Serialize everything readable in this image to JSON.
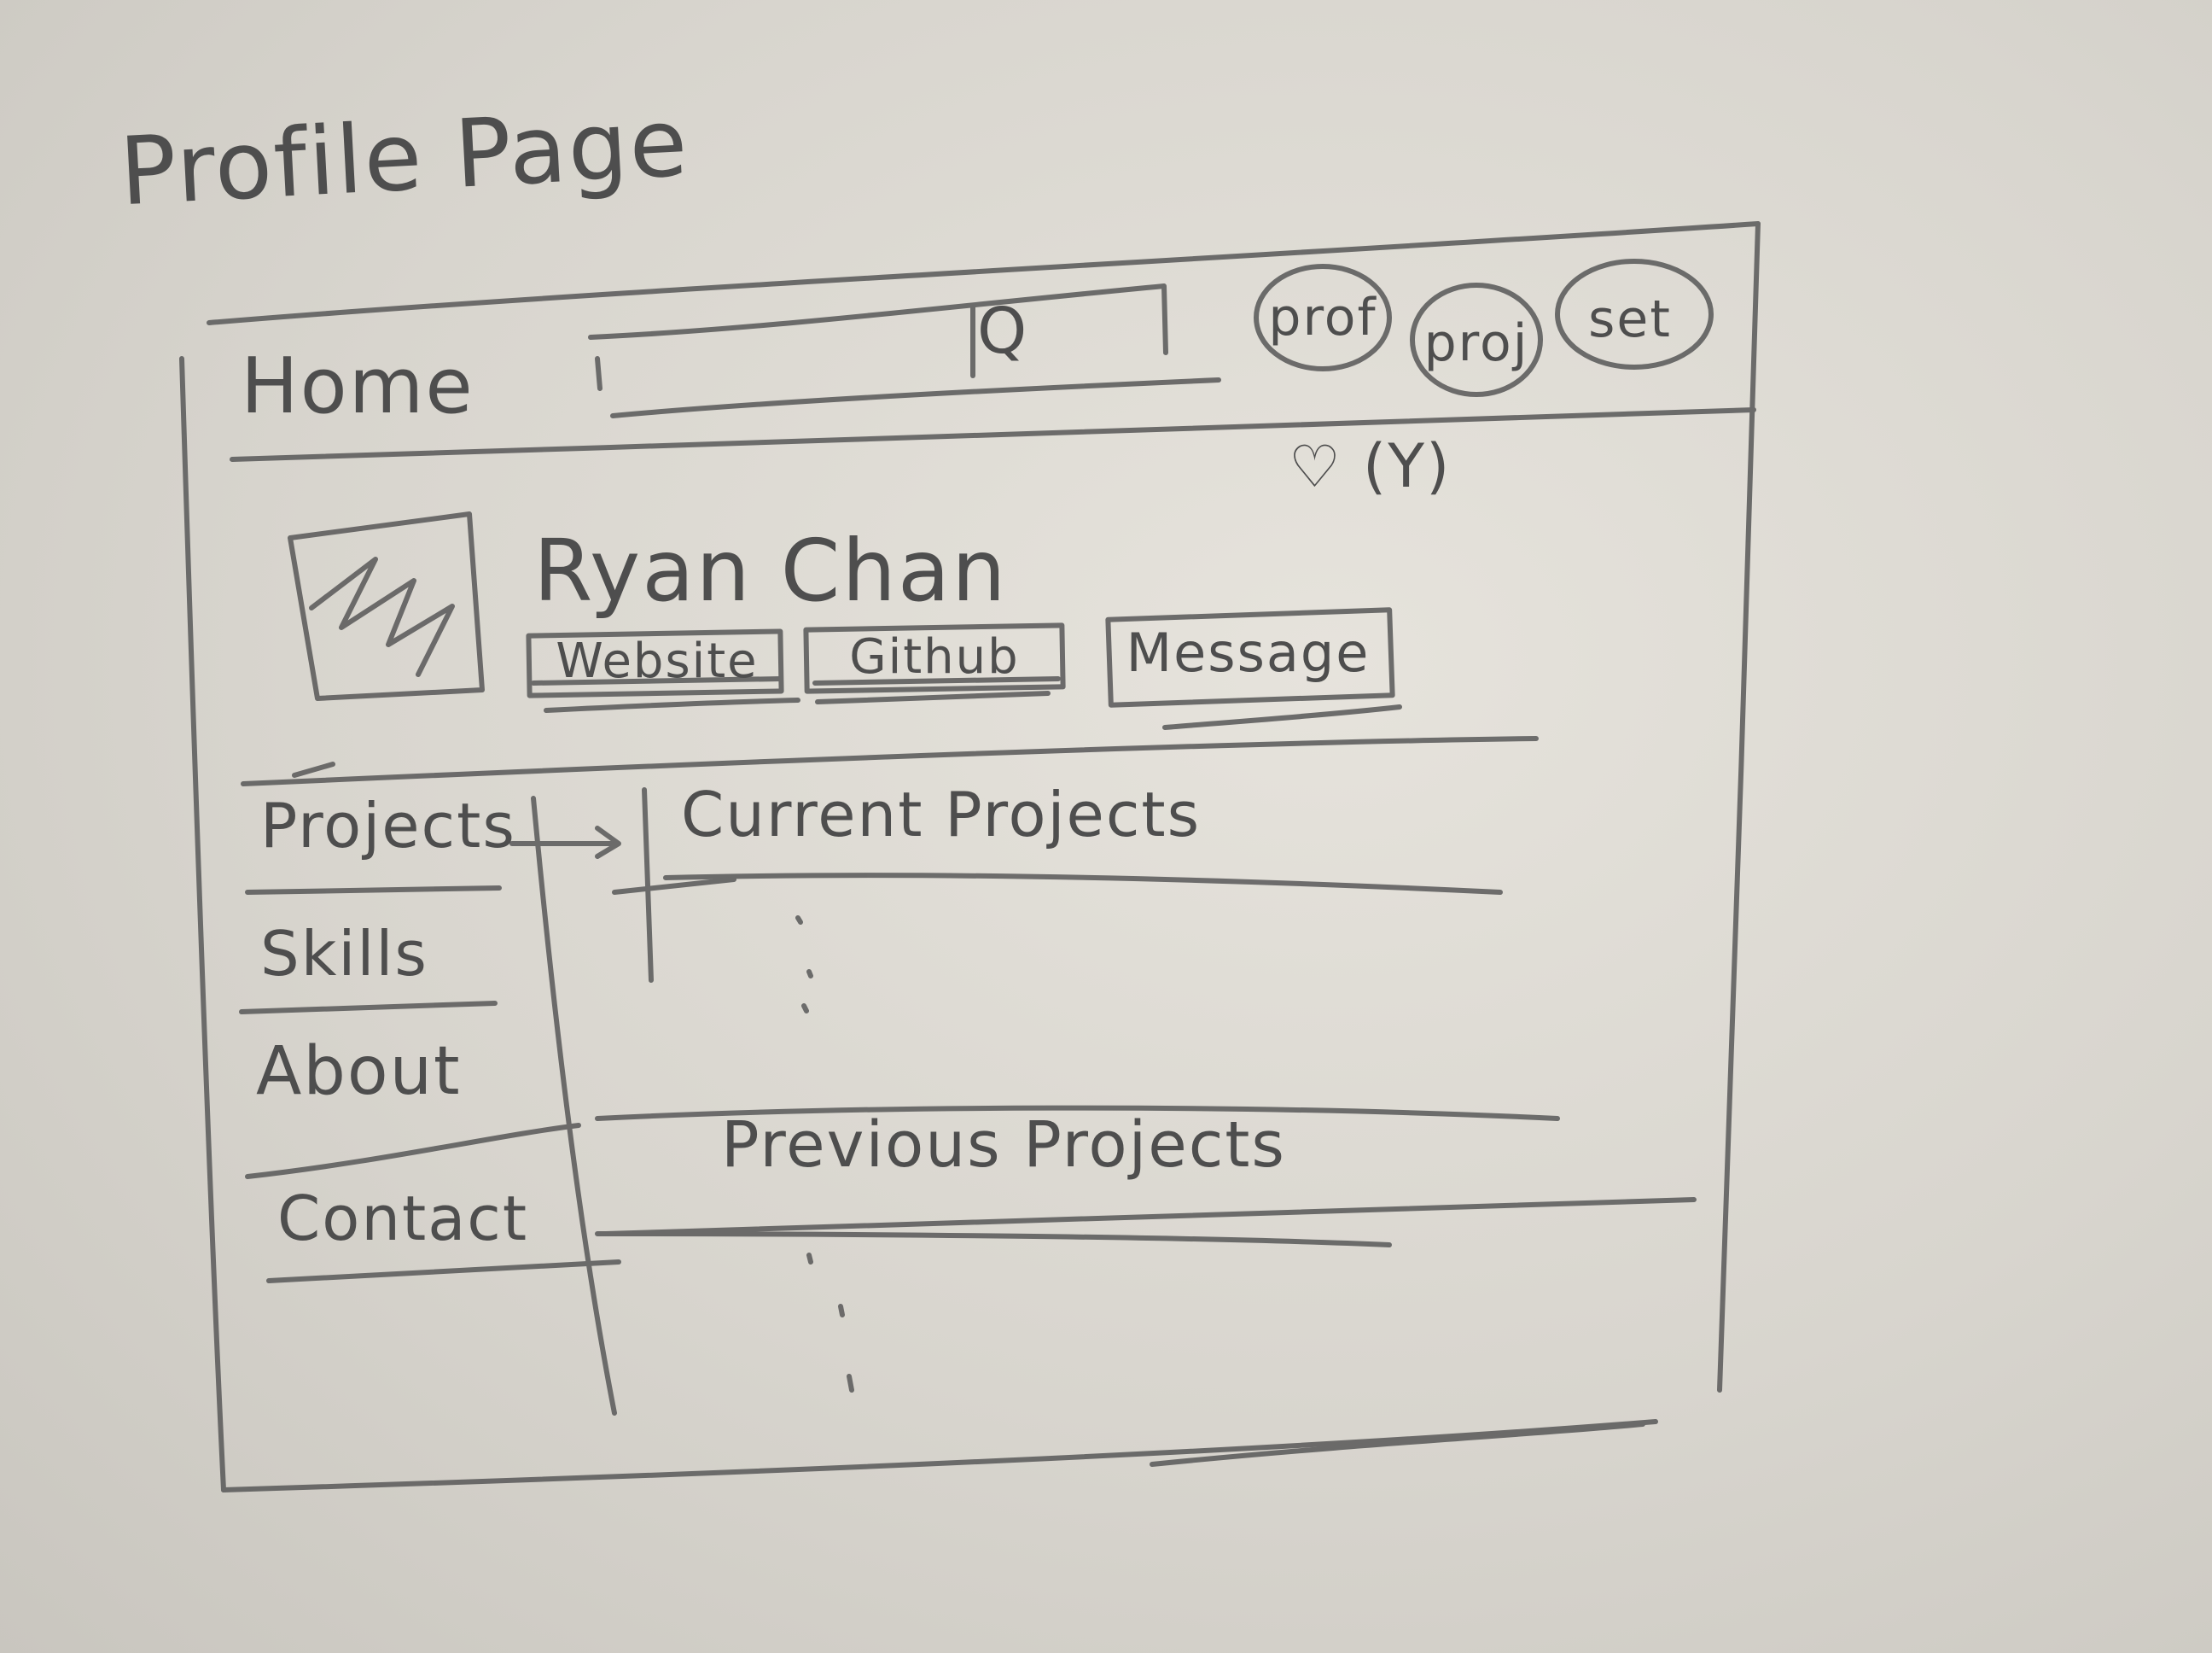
{
  "page_heading": "Profile Page",
  "header": {
    "home_label": "Home",
    "search": {
      "value": "",
      "button_label": "Q"
    },
    "nav_buttons": [
      "prof",
      "proj",
      "set"
    ]
  },
  "likes": {
    "icon": "heart-icon",
    "label": "(Y)"
  },
  "profile": {
    "name": "Ryan Chan",
    "buttons": [
      "Website",
      "Github",
      "Message"
    ]
  },
  "sidebar": {
    "items": [
      "Projects",
      "Skills",
      "About",
      "Contact"
    ]
  },
  "main": {
    "sections": [
      "Current Projects",
      "Previous Projects"
    ]
  }
}
